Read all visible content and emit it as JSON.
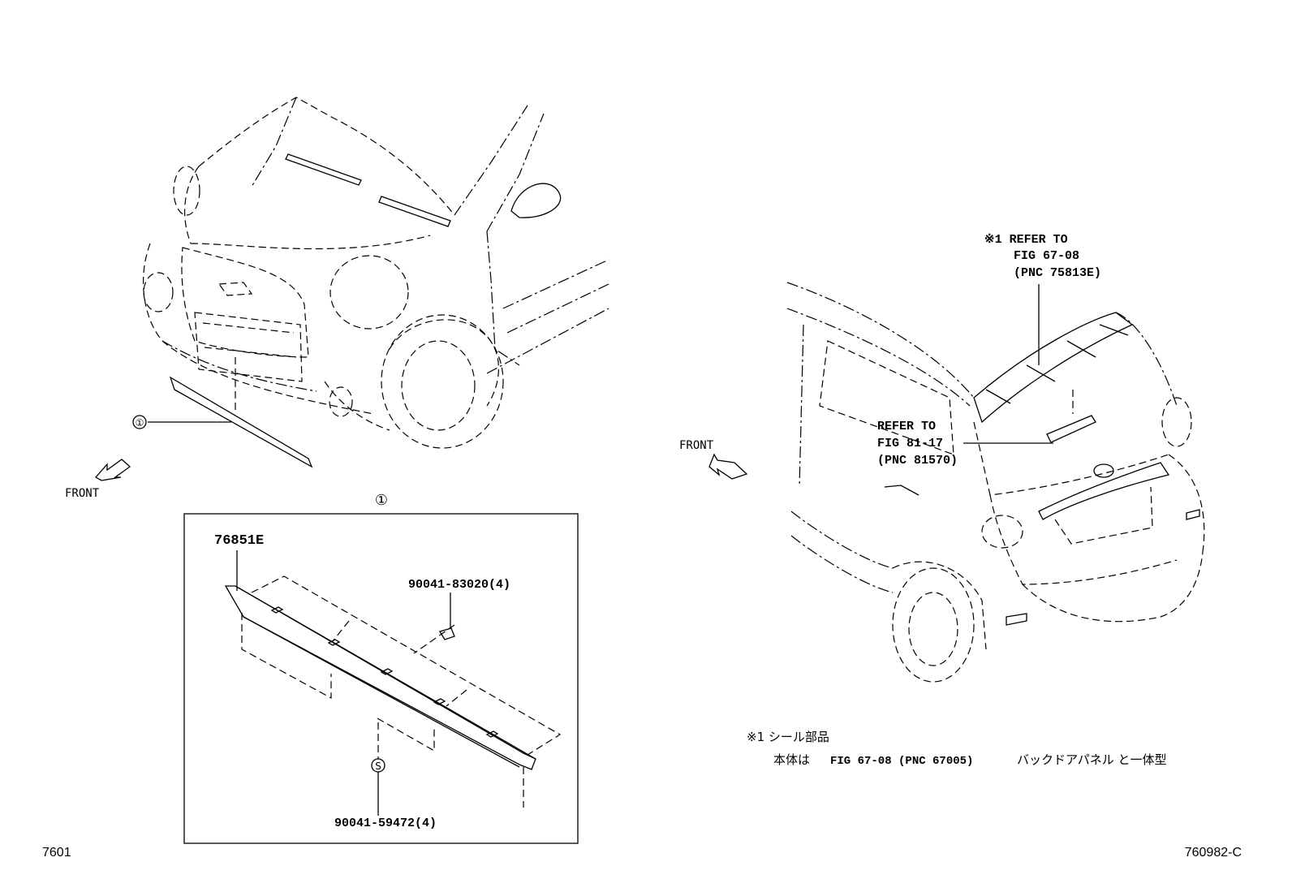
{
  "callout_1": "①",
  "front_left": "FRONT",
  "front_right": "FRONT",
  "part_main": "76851E",
  "part_clip": "90041-83020(4)",
  "part_screw": "90041-59472(4)",
  "screw_symbol": "S",
  "refer_seal": [
    "※1 REFER TO",
    "FIG 67-08",
    "(PNC 75813E)"
  ],
  "refer_lamp": [
    "REFER TO",
    "FIG 81-17",
    "(PNC 81570)"
  ],
  "note_line1": "※1 シール部品",
  "note_line2_a": "本体は",
  "note_line2_b": "FIG 67-08 (PNC 67005)",
  "note_line2_c": "バックドアパネル と一体型",
  "code_left": "7601",
  "code_right": "760982-C"
}
